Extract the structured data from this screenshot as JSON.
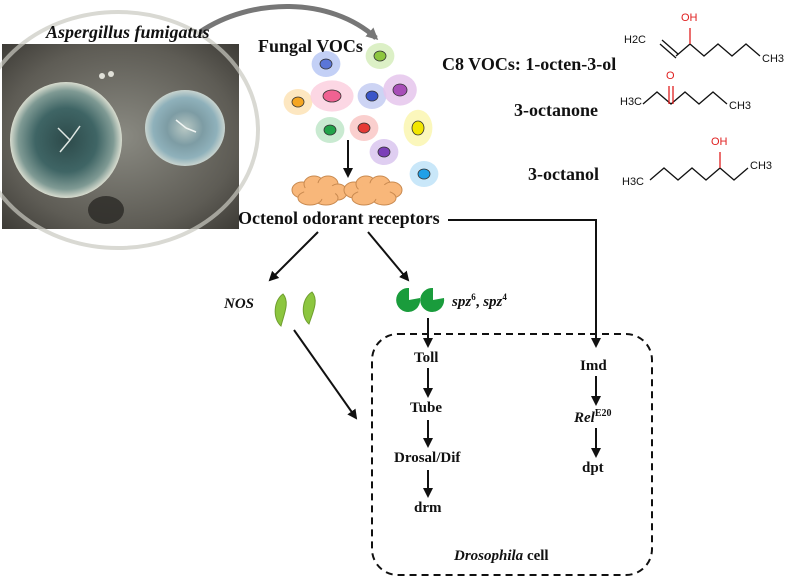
{
  "organism": "Aspergillus fumigatus",
  "fungal_vocs": "Fungal VOCs",
  "c8_vocs_label": "C8 VOCs:",
  "compounds": {
    "c1": "1-octen-3-ol",
    "c2": "3-octanone",
    "c3": "3-octanol"
  },
  "chem": {
    "oh": "OH",
    "o": "O",
    "h2c": "H2C",
    "h3c": "H3C",
    "ch3": "CH3"
  },
  "receptors": "Octenol odorant receptors",
  "nos": "NOS",
  "spz_label": ", ",
  "spz1": "spz",
  "spz1_sup": "6",
  "spz2": "spz",
  "spz2_sup": "4",
  "toll_pathway": [
    "Toll",
    "Tube",
    "Drosal/Dif",
    "drm"
  ],
  "imd_pathway": {
    "imd": "Imd",
    "rel": "Rel",
    "rel_sup": "E20",
    "dpt": "dpt"
  },
  "cell_italic": "Drosophila",
  "cell_word": " cell",
  "colors": {
    "arrow": "#111111",
    "nos_green": "#8cc63f",
    "spz_green": "#1a9c3c",
    "receptor": "#f8b77a",
    "heteroatom_red": "#e02020",
    "dish_bg": "#5a5850"
  },
  "voc_dots": [
    {
      "color": "#5b76d8",
      "glow": "#b8c8f5"
    },
    {
      "color": "#8dc63f",
      "glow": "#d6edbc"
    },
    {
      "color": "#f5a623",
      "glow": "#fde3b6"
    },
    {
      "color": "#f06292",
      "glow": "#fbd0df"
    },
    {
      "color": "#3a55c8",
      "glow": "#c4cdf2"
    },
    {
      "color": "#a74fb8",
      "glow": "#e5c6ec"
    },
    {
      "color": "#22a34a",
      "glow": "#bfe6c9"
    },
    {
      "color": "#e53935",
      "glow": "#f9c7c5"
    },
    {
      "color": "#f2e600",
      "glow": "#faf6b0"
    },
    {
      "color": "#7b3fb8",
      "glow": "#d9c6ee"
    },
    {
      "color": "#21a0e8",
      "glow": "#bfe3f8"
    }
  ]
}
